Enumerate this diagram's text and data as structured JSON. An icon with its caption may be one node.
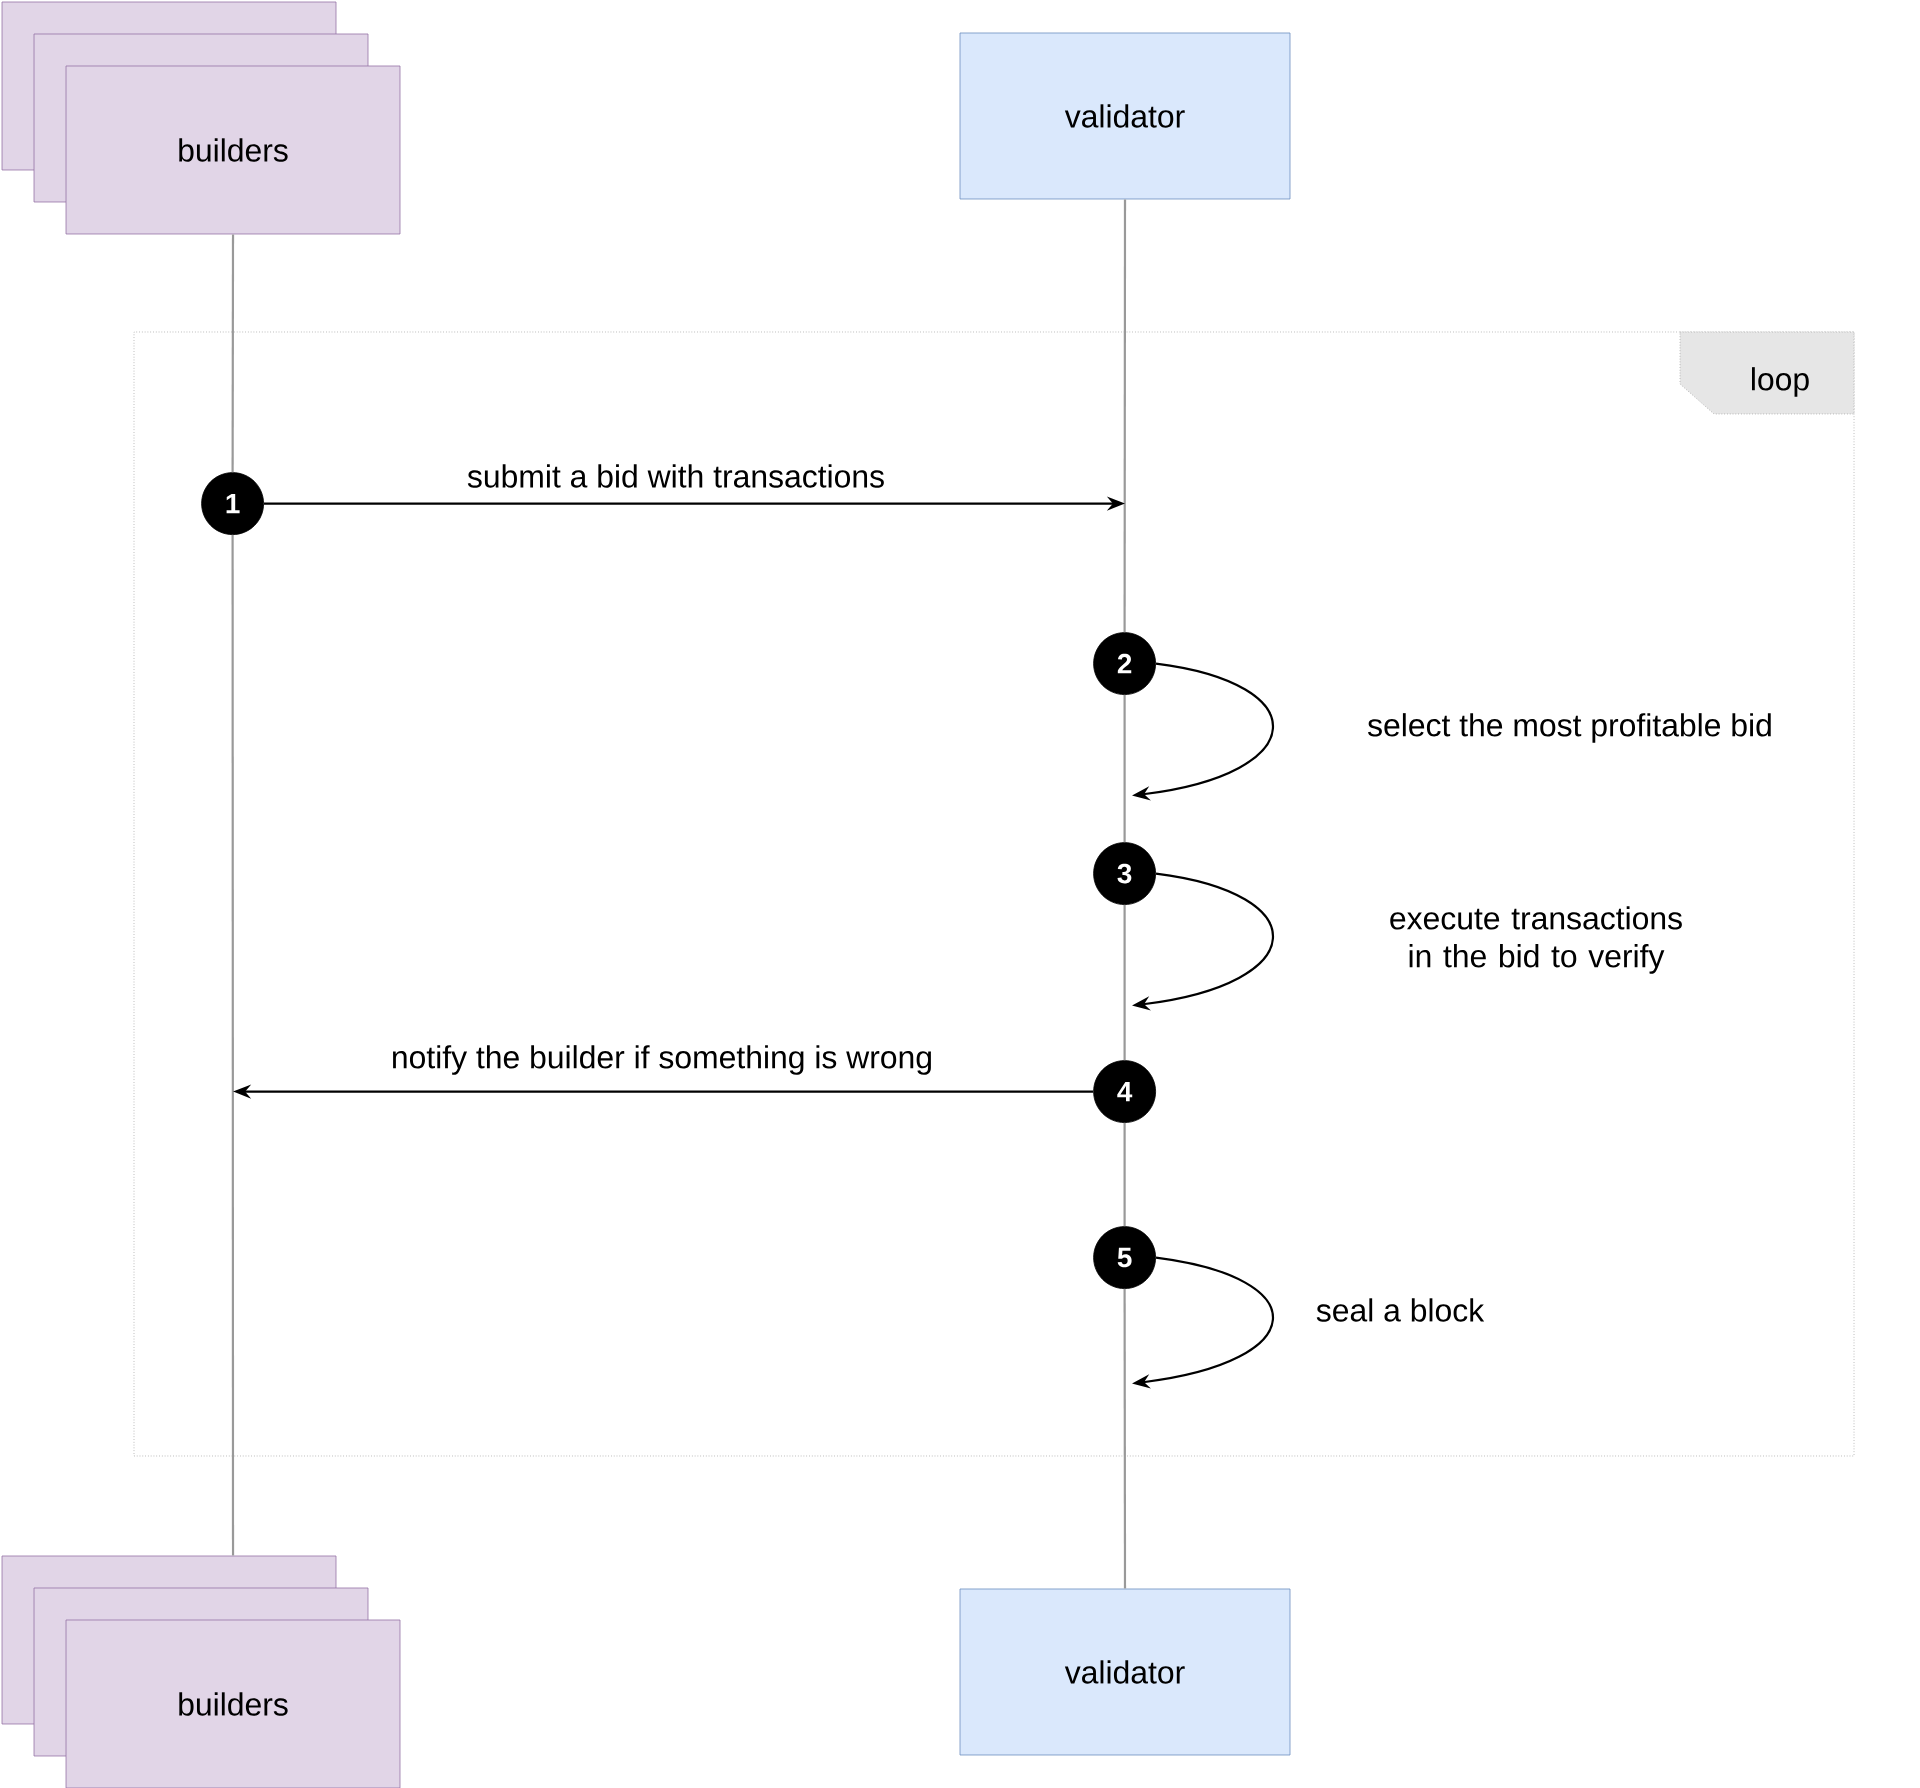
{
  "diagram": {
    "nodes": [
      {
        "text": [
          "builders"
        ]
      },
      {
        "text": [
          "validator"
        ]
      },
      {
        "text": [
          "loop"
        ]
      },
      {
        "text": [
          "1"
        ],
        "in": 2
      },
      {
        "text": [
          "2"
        ],
        "in": 2
      },
      {
        "text": [
          "3"
        ],
        "in": 2
      },
      {
        "text": [
          "4"
        ],
        "in": 2
      },
      {
        "text": [
          "5"
        ],
        "in": 2
      },
      {
        "text": [
          "builders"
        ]
      },
      {
        "text": [
          "validator"
        ]
      }
    ],
    "edges": [
      {
        "from": 0,
        "to": 3,
        "arrow": "none"
      },
      {
        "from": 3,
        "to": 8,
        "arrow": "none"
      },
      {
        "from": 1,
        "to": 4,
        "arrow": "none"
      },
      {
        "from": 4,
        "to": 5,
        "arrow": "none"
      },
      {
        "from": 5,
        "to": 6,
        "arrow": "none"
      },
      {
        "from": 6,
        "to": 7,
        "arrow": "none"
      },
      {
        "from": 7,
        "to": 9,
        "arrow": "none"
      },
      {
        "from": 3,
        "to": null,
        "arrow": "to",
        "label": "submit a bid with transactions",
        "color": "#000000"
      },
      {
        "from": 4,
        "to": null,
        "arrow": "to",
        "label": "select the most profitable bid",
        "color": "#000000"
      },
      {
        "from": 5,
        "to": null,
        "arrow": "to",
        "label": "execute transactions in the bid to verify",
        "color": "#000000"
      },
      {
        "from": 6,
        "to": null,
        "arrow": "to",
        "label": "notify the builder if something is wrong",
        "color": "#000000"
      },
      {
        "from": 7,
        "to": null,
        "arrow": "to",
        "label": "seal a block",
        "color": "#000000"
      }
    ]
  }
}
